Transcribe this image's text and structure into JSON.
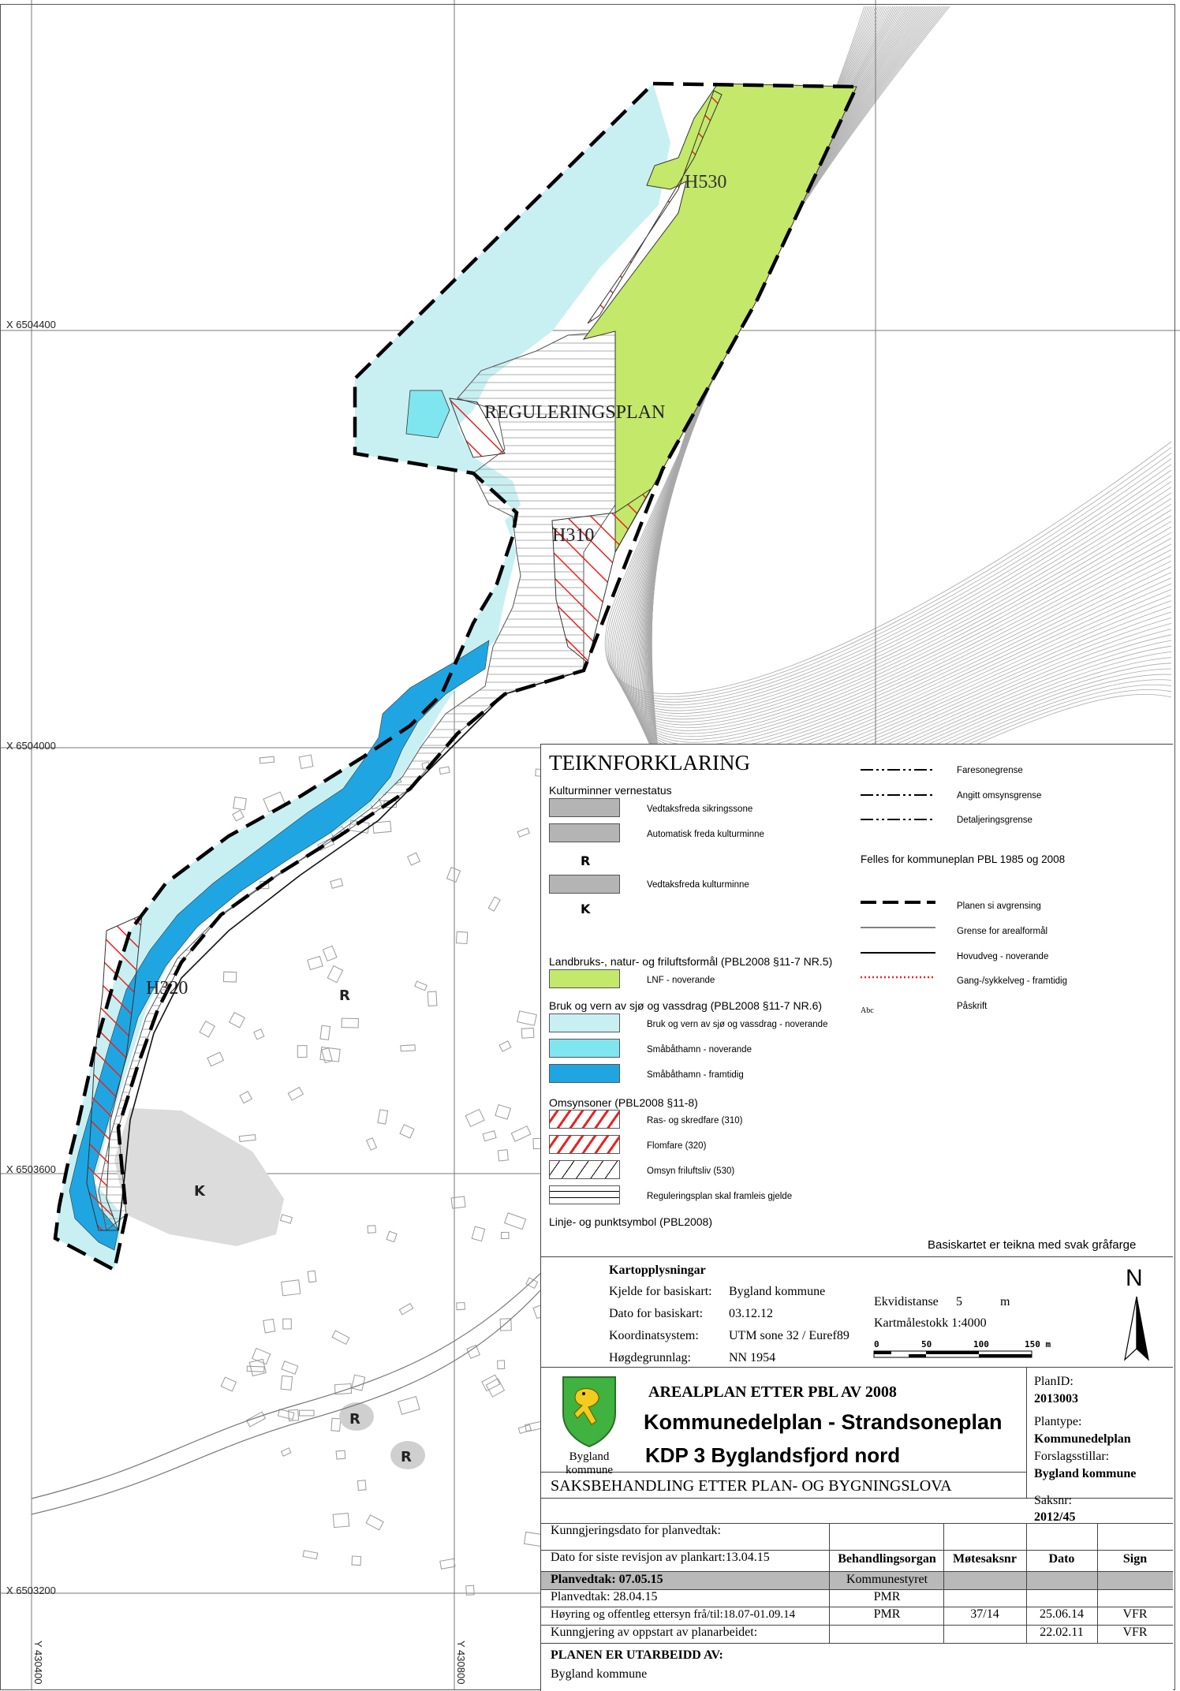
{
  "map": {
    "labels": {
      "h530": "H530",
      "reguleringsplan": "REGULERINGSPLAN",
      "h310": "H310",
      "h320": "H320"
    },
    "symbol_r": "R",
    "symbol_k": "K",
    "coords": {
      "x1": "X 6504400",
      "x2": "X 6504000",
      "x3": "X 6503600",
      "x4": "X 6503200",
      "y1": "Y 430400",
      "y2": "Y 430800"
    },
    "colors": {
      "lnf": "#c4e86a",
      "water": "#c8f0f2",
      "harbour_existing": "#7fe6ef",
      "harbour_future": "#1fa6e2",
      "culture": "#b4b4b4",
      "hazard": "#e8231f"
    }
  },
  "legend": {
    "title": "TEIKNFORKLARING",
    "section_kultur": "Kulturminner vernestatus",
    "kultur_items": [
      "Vedtaksfreda sikringssone",
      "Automatisk freda kulturminne",
      "Vedtaksfreda kulturminne"
    ],
    "section_lnf": "Landbruks-, natur- og friluftsformål (PBL2008 §11-7 NR.5)",
    "lnf_item": "LNF - noverande",
    "section_sjo": "Bruk og vern av sjø og vassdrag (PBL2008 §11-7 NR.6)",
    "sjo_items": [
      "Bruk og vern av sjø og vassdrag - noverande",
      "Småbåthamn - noverande",
      "Småbåthamn - framtidig"
    ],
    "section_omsyn": "Omsynsoner (PBL2008 §11-8)",
    "omsyn_items": [
      "Ras- og skredfare (310)",
      "Flomfare (320)",
      "Omsyn friluftsliv (530)",
      "Reguleringsplan skal framleis gjelde"
    ],
    "section_linje": "Linje- og punktsymbol (PBL2008)",
    "line_items": [
      "Faresonegrense",
      "Angitt omsynsgrense",
      "Detaljeringsgrense"
    ],
    "felles_heading": "Felles for  kommuneplan PBL 1985 og 2008",
    "felles_items": [
      "Planen si avgrensing",
      "Grense for arealformål",
      "Hovudveg - noverande",
      "Gang-/sykkelveg - framtidig",
      "Påskrift"
    ],
    "abc_symbol": "Abc",
    "basiskart_note": "Basiskartet er teikna med svak gråfarge"
  },
  "info": {
    "heading": "Kartopplysningar",
    "rows": [
      {
        "label": "Kjelde for basiskart:",
        "value": "Bygland kommune"
      },
      {
        "label": "Dato for basiskart:",
        "value": "03.12.12"
      },
      {
        "label": "Koordinatsystem:",
        "value": "UTM sone 32 / Euref89"
      },
      {
        "label": "Høgdegrunnlag:",
        "value": "NN 1954"
      }
    ],
    "ekvidistanse_label": "Ekvidistanse",
    "ekvidistanse_value": "5",
    "ekvidistanse_unit": "m",
    "scale": "Kartmålestokk 1:4000",
    "scalebar_ticks": [
      "0",
      "50",
      "100",
      "150 m"
    ],
    "north": "N"
  },
  "title_block": {
    "municipality": "Bygland kommune",
    "plan_type_heading": "AREALPLAN ETTER PBL AV 2008",
    "title1": "Kommunedelplan - Strandsoneplan",
    "title2": "KDP 3 Byglandsfjord nord",
    "planid_label": "PlanID:",
    "planid_value": "2013003",
    "plantype_label": "Plantype:",
    "plantype_value": "Kommunedelplan",
    "forslag_label": "Forslagsstillar:",
    "forslag_value": "Bygland kommune",
    "saks_heading": "SAKSBEHANDLING ETTER PLAN- OG BYGNINGSLOVA",
    "saksnr_label": "Saksnr:",
    "saksnr_value": "2012/45",
    "kunngjering_planvedtak": "Kunngjeringsdato for planvedtak:",
    "siste_revisjon": "Dato for siste revisjon av plankart:13.04.15",
    "col_headers": [
      "Behandlingsorgan",
      "Møtesaksnr",
      "Dato",
      "Sign"
    ],
    "rows": [
      {
        "text": "Planvedtak: 07.05.15",
        "organ": "Kommunestyret",
        "nr": "",
        "dato": "",
        "sign": ""
      },
      {
        "text": "Planvedtak: 28.04.15",
        "organ": "PMR",
        "nr": "",
        "dato": "",
        "sign": ""
      },
      {
        "text": "Høyring og offentleg ettersyn frå/til:18.07-01.09.14",
        "organ": "PMR",
        "nr": "37/14",
        "dato": "25.06.14",
        "sign": "VFR"
      },
      {
        "text": "Kunngjering av oppstart av planarbeidet:",
        "organ": "",
        "nr": "",
        "dato": "22.02.11",
        "sign": "VFR"
      }
    ],
    "utarbeidd_label": "PLANEN ER UTARBEIDD AV:",
    "utarbeidd_value": "Bygland kommune"
  }
}
